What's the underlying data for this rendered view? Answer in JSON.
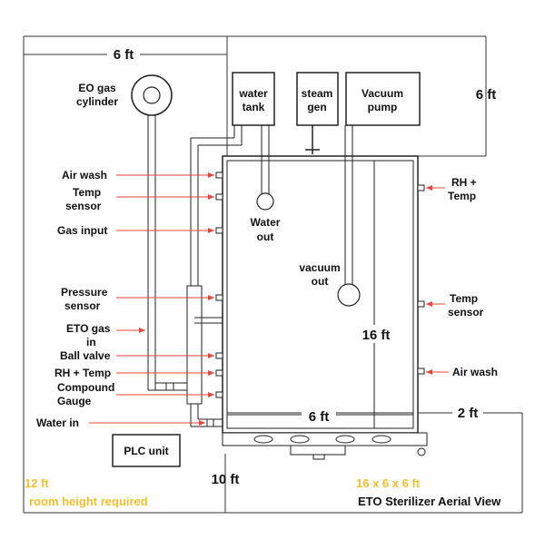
{
  "colors": {
    "line": "#222222",
    "dim": "#333333",
    "arrow": "#e8453c",
    "note": "#f2c030",
    "pipe_fill": "#ffffff",
    "room_fill": "#f4f4f4"
  },
  "dimensions": {
    "top_width": "6 ft",
    "right_height": "6 ft",
    "chamber_length": "16 ft",
    "chamber_width": "6 ft",
    "right_clearance": "2 ft",
    "bottom_width": "10 ft"
  },
  "equipment": {
    "eo_cylinder": [
      "EO gas",
      "cylinder"
    ],
    "water_tank": [
      "water",
      "tank"
    ],
    "steam_gen": [
      "steam",
      "gen"
    ],
    "vacuum_pump": [
      "Vacuum",
      "pump"
    ],
    "water_out": [
      "Water",
      "out"
    ],
    "vacuum_out": [
      "vacuum",
      "out"
    ],
    "plc_unit": "PLC unit"
  },
  "left_labels": [
    [
      "Air wash"
    ],
    [
      "Temp",
      "sensor"
    ],
    [
      "Gas input"
    ],
    [
      "Pressure",
      "sensor"
    ],
    [
      "ETO gas",
      "in"
    ],
    [
      "Ball valve"
    ],
    [
      "RH + Temp"
    ],
    [
      "Compound",
      "Gauge"
    ],
    [
      "Water in"
    ]
  ],
  "right_labels": [
    [
      "RH +",
      "Temp"
    ],
    [
      "Temp",
      "sensor"
    ],
    [
      "Air wash"
    ]
  ],
  "notes": {
    "room_height": [
      "12 ft",
      "room height required"
    ],
    "size": "16 x 6 x 6 ft",
    "caption": "ETO Sterilizer Aerial View"
  }
}
